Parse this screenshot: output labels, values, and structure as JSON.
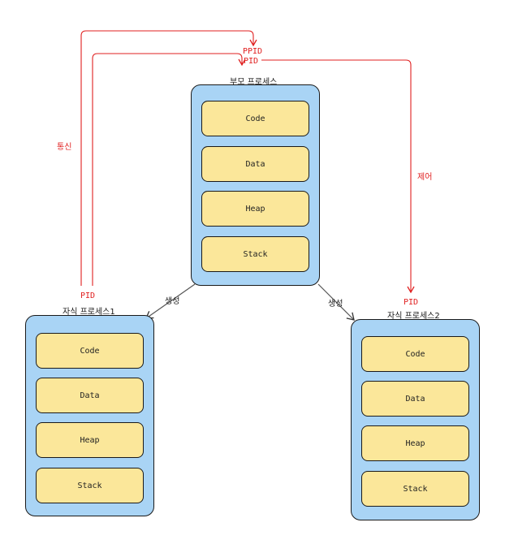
{
  "parent": {
    "title": "부모 프로세스",
    "segments": [
      "Code",
      "Data",
      "Heap",
      "Stack"
    ],
    "ppid_label": "PPID",
    "pid_label": "PID"
  },
  "child1": {
    "title": "자식 프로세스1",
    "segments": [
      "Code",
      "Data",
      "Heap",
      "Stack"
    ],
    "pid_label": "PID"
  },
  "child2": {
    "title": "자식 프로세스2",
    "segments": [
      "Code",
      "Data",
      "Heap",
      "Stack"
    ],
    "pid_label": "PID"
  },
  "edges": {
    "communicate": "통신",
    "control": "제어",
    "create_left": "생성",
    "create_right": "생성"
  },
  "colors": {
    "process_fill": "#a9d4f5",
    "segment_fill": "#fbe79a",
    "arrow_red": "#e02020",
    "stroke": "#1a1a1a"
  }
}
